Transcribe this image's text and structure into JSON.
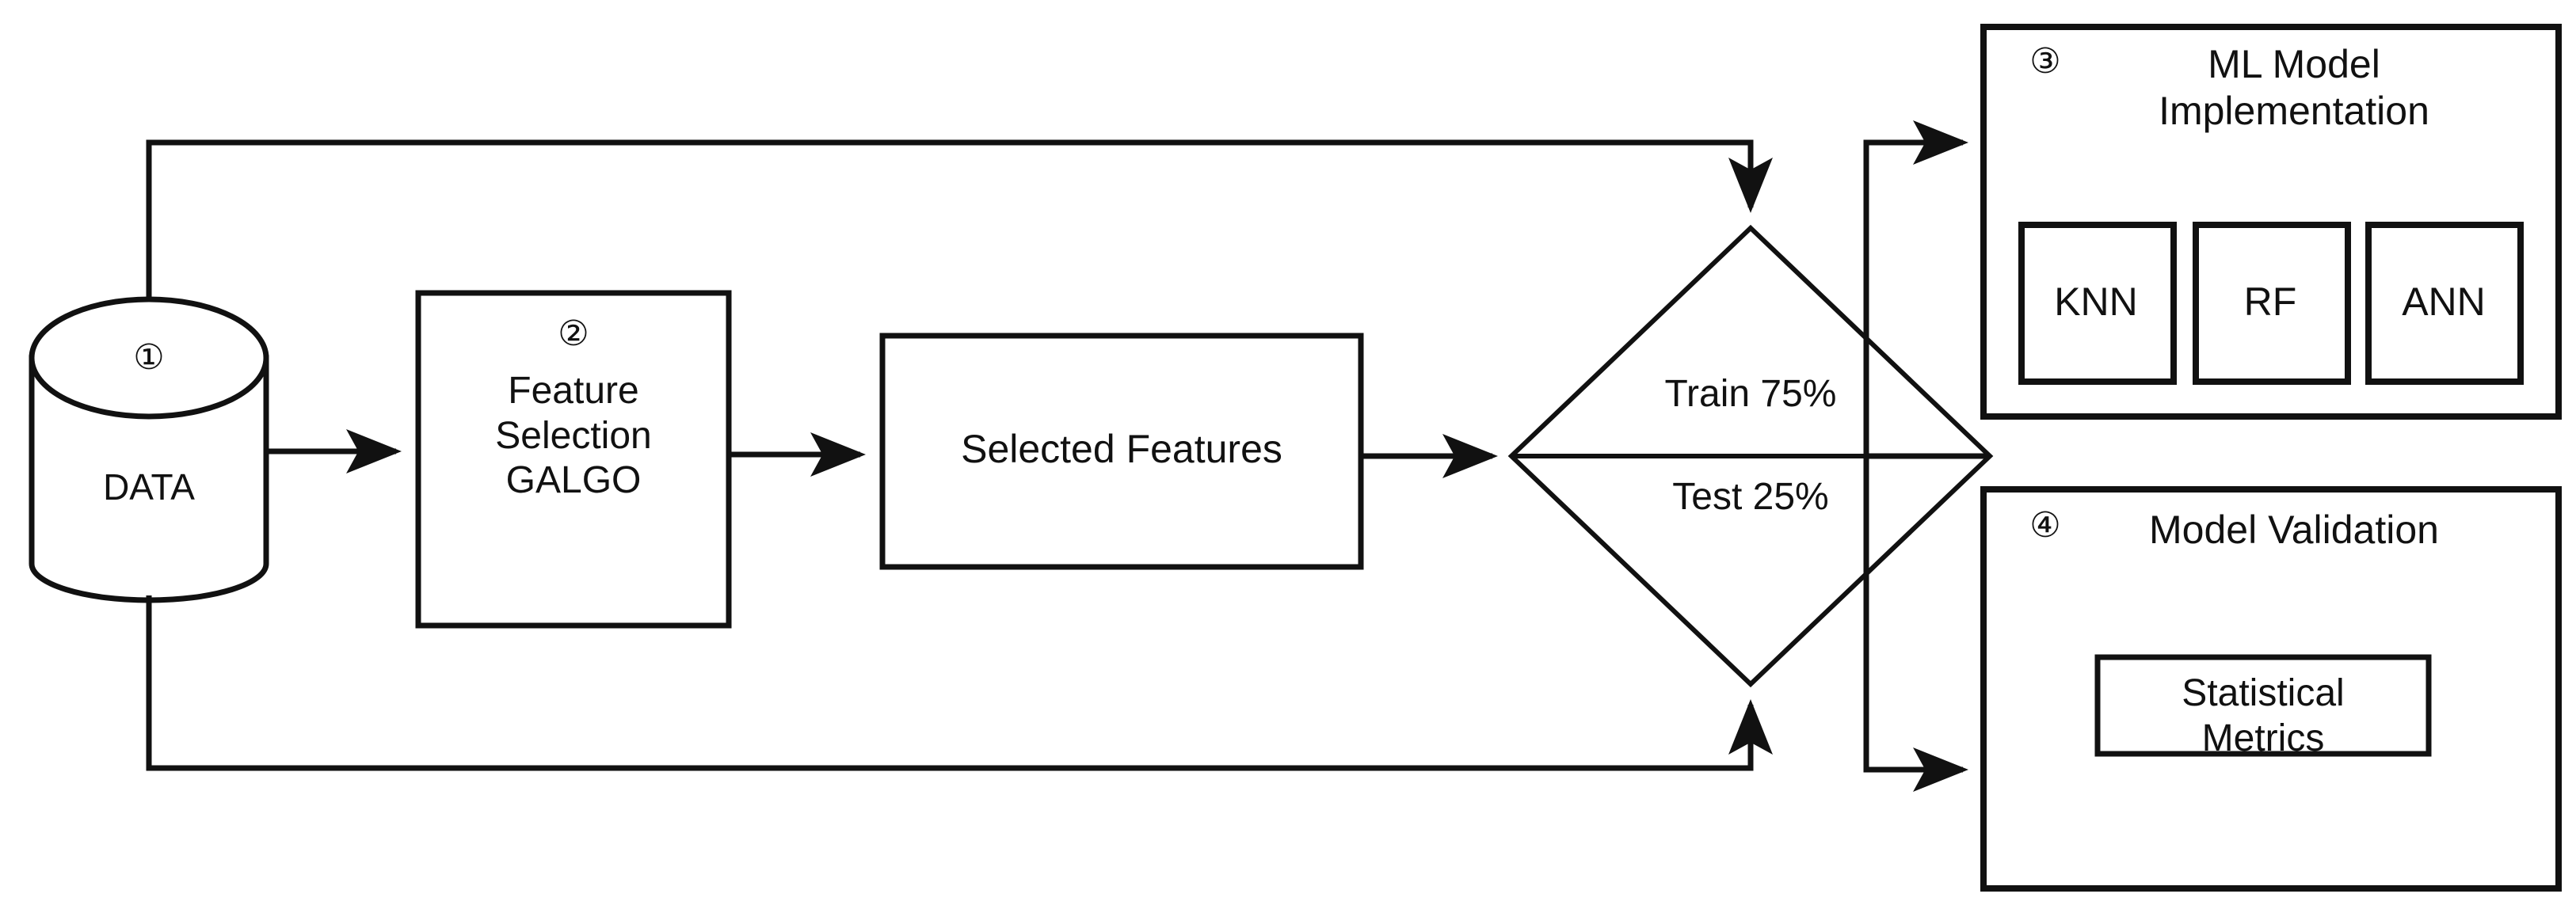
{
  "diagram": {
    "title": "Machine Learning Workflow Flowchart",
    "stroke_color": "#111111",
    "background_color": "#ffffff",
    "nodes": {
      "data_store": {
        "badge": "①",
        "label": "DATA",
        "shape": "cylinder"
      },
      "feature_selection": {
        "badge": "②",
        "label": "Feature\nSelection\nGALGO",
        "shape": "rectangle"
      },
      "selected_features": {
        "label": "Selected Features",
        "shape": "rectangle"
      },
      "split_decision": {
        "shape": "diamond",
        "train_label": "Train 75%",
        "test_label": "Test 25%"
      },
      "ml_model_implementation": {
        "badge": "③",
        "label": "ML Model\nImplementation",
        "shape": "rectangle",
        "algorithms": [
          {
            "label": "KNN"
          },
          {
            "label": "RF"
          },
          {
            "label": "ANN"
          }
        ]
      },
      "model_validation": {
        "badge": "④",
        "label": "Model Validation",
        "shape": "rectangle",
        "inner": {
          "label": "Statistical\nMetrics"
        }
      }
    },
    "edges": [
      {
        "from": "data_store",
        "to": "feature_selection",
        "type": "arrow-right"
      },
      {
        "from": "feature_selection",
        "to": "selected_features",
        "type": "arrow-right"
      },
      {
        "from": "selected_features",
        "to": "split_decision",
        "type": "arrow-right"
      },
      {
        "from": "data_store",
        "to": "split_decision",
        "type": "feedback-top"
      },
      {
        "from": "data_store",
        "to": "split_decision",
        "type": "feedback-bottom"
      },
      {
        "from": "split_decision",
        "to": "ml_model_implementation",
        "type": "arrow-right"
      },
      {
        "from": "split_decision",
        "to": "model_validation",
        "type": "arrow-right"
      }
    ]
  }
}
